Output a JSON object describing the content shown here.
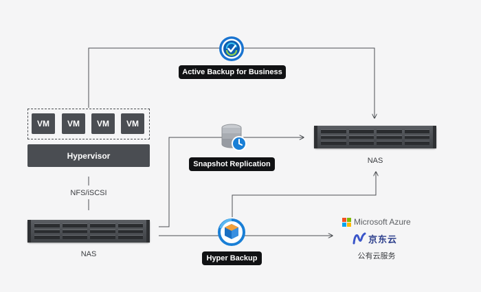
{
  "diagram": {
    "active_backup_label": "Active Backup for Business",
    "snapshot_replication_label": "Snapshot Replication",
    "hyper_backup_label": "Hyper Backup",
    "hypervisor_label": "Hypervisor",
    "vms": [
      "VM",
      "VM",
      "VM",
      "VM"
    ],
    "protocol_label": "NFS/iSCSI",
    "source_nas_label": "NAS",
    "target_nas_label": "NAS",
    "cloud": {
      "azure_label": "Microsoft Azure",
      "jd_label": "京东云",
      "caption": "公有云服务"
    }
  },
  "icons": {
    "active_backup": "active-backup-icon",
    "snapshot_replication": "snapshot-replication-icon",
    "hyper_backup": "hyper-backup-icon",
    "microsoft": "microsoft-logo-icon",
    "jd_cloud": "jd-cloud-logo-icon"
  },
  "colors": {
    "background": "#f5f5f6",
    "pill": "#111214",
    "block": "#4a4d52",
    "line": "#4a4d51",
    "accent_blue": "#1a7fd6"
  }
}
